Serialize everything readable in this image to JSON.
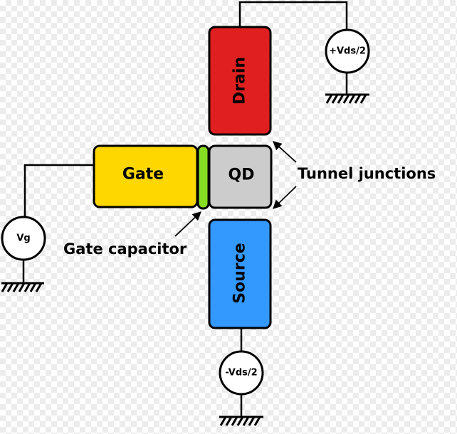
{
  "blocks": {
    "drain": {
      "label": "Drain",
      "color": "#e02020"
    },
    "gate": {
      "label": "Gate",
      "color": "#ffd700"
    },
    "qd": {
      "label": "QD",
      "color": "#cccccc"
    },
    "source": {
      "label": "Source",
      "color": "#3399ff"
    },
    "gate_capacitor_color": "#88dd22"
  },
  "sources": {
    "vds_plus": "+Vds/2",
    "vds_minus": "-Vds/2",
    "vg": "Vg"
  },
  "annotations": {
    "tunnel_junctions": "Tunnel junctions",
    "gate_capacitor": "Gate capacitor"
  }
}
